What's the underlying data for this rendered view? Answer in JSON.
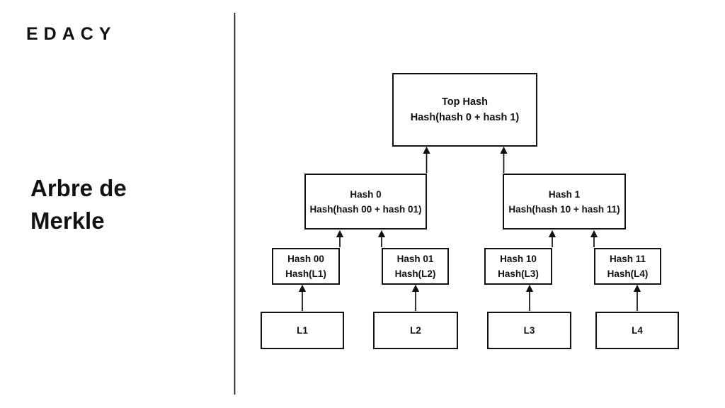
{
  "brand": {
    "logo_text": "EDACY"
  },
  "slide": {
    "title_line1": "Arbre de",
    "title_line2": "Merkle"
  },
  "diagram": {
    "type": "merkle-tree",
    "nodes": {
      "top": {
        "line1": "Top Hash",
        "line2": "Hash(hash 0 + hash 1)"
      },
      "hash0": {
        "line1": "Hash 0",
        "line2": "Hash(hash 00 + hash 01)"
      },
      "hash1": {
        "line1": "Hash 1",
        "line2": "Hash(hash 10 + hash 11)"
      },
      "hash00": {
        "line1": "Hash 00",
        "line2": "Hash(L1)"
      },
      "hash01": {
        "line1": "Hash 01",
        "line2": "Hash(L2)"
      },
      "hash10": {
        "line1": "Hash 10",
        "line2": "Hash(L3)"
      },
      "hash11": {
        "line1": "Hash 11",
        "line2": "Hash(L4)"
      },
      "l1": {
        "label": "L1"
      },
      "l2": {
        "label": "L2"
      },
      "l3": {
        "label": "L3"
      },
      "l4": {
        "label": "L4"
      }
    },
    "edges": [
      {
        "from": "L1",
        "to": "Hash 00"
      },
      {
        "from": "L2",
        "to": "Hash 01"
      },
      {
        "from": "L3",
        "to": "Hash 10"
      },
      {
        "from": "L4",
        "to": "Hash 11"
      },
      {
        "from": "Hash 00",
        "to": "Hash 0"
      },
      {
        "from": "Hash 01",
        "to": "Hash 0"
      },
      {
        "from": "Hash 10",
        "to": "Hash 1"
      },
      {
        "from": "Hash 11",
        "to": "Hash 1"
      },
      {
        "from": "Hash 0",
        "to": "Top Hash"
      },
      {
        "from": "Hash 1",
        "to": "Top Hash"
      }
    ]
  },
  "colors": {
    "background": "#ffffff",
    "ink": "#111111"
  }
}
